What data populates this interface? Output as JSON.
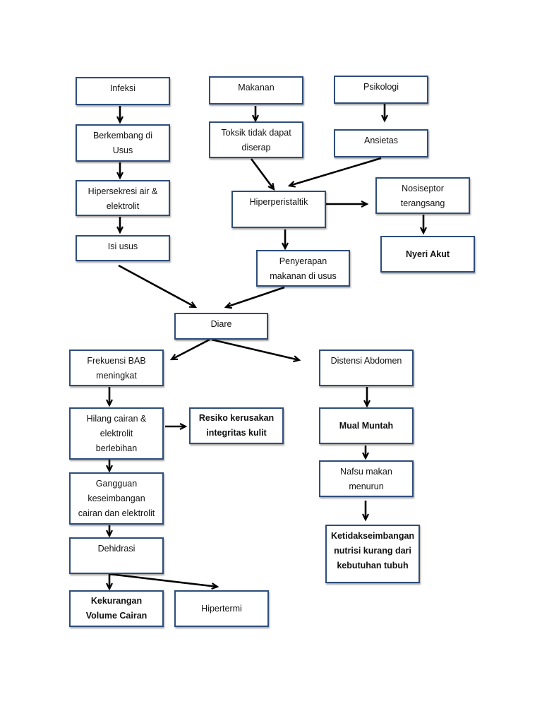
{
  "nodes": {
    "infeksi": "Infeksi",
    "makanan": "Makanan",
    "psikologi": "Psikologi",
    "berkembang": "Berkembang di Usus",
    "toksik": "Toksik tidak dapat diserap",
    "ansietas": "Ansietas",
    "hipersekresi": "Hipersekresi air & elektrolit",
    "hiperperistaltik": "Hiperperistaltik",
    "nosiseptor": "Nosiseptor terangsang",
    "isi_usus": "Isi usus",
    "penyerapan": "Penyerapan makanan di usus",
    "nyeri": "Nyeri Akut",
    "diare": "Diare",
    "frekuensi": "Frekuensi BAB meningkat",
    "distensi": "Distensi Abdomen",
    "hilang_cairan": "Hilang cairan & elektrolit berlebihan",
    "resiko": "Resiko kerusakan integritas kulit",
    "mual": "Mual Muntah",
    "gangguan": "Gangguan keseimbangan cairan dan elektrolit",
    "nafsu": "Nafsu makan menurun",
    "dehidrasi": "Dehidrasi",
    "ketidakseimbangan": "Ketidakseimbangan nutrisi kurang dari kebutuhan tubuh",
    "kekurangan": "Kekurangan Volume Cairan",
    "hipertermi": "Hipertermi"
  },
  "colors": {
    "box_border": "#2e4d7b",
    "arrow": "#000000",
    "text": "#111111"
  }
}
